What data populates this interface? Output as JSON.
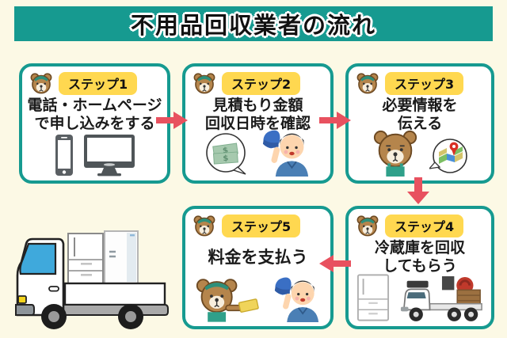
{
  "title": "不用品回収業者の流れ",
  "steps": [
    {
      "badge": "ステップ1",
      "line1": "電話・ホームページ",
      "line2": "で申し込みをする"
    },
    {
      "badge": "ステップ2",
      "line1": "見積もり金額",
      "line2": "回収日時を確認"
    },
    {
      "badge": "ステップ3",
      "line1": "必要情報を",
      "line2": "伝える"
    },
    {
      "badge": "ステップ4",
      "line1": "冷蔵庫を回収",
      "line2": "してもらう"
    },
    {
      "badge": "ステップ5",
      "line1": "料金を支払う",
      "line2": ""
    }
  ],
  "icons": {
    "card_corner": "bear-face-icon",
    "step1": [
      "smartphone-icon",
      "desktop-monitor-icon"
    ],
    "step2": [
      "money-speech-bubble-icon",
      "staff-with-cap-icon"
    ],
    "step3": [
      "bear-character-icon",
      "map-speech-bubble-icon"
    ],
    "step4": [
      "refrigerator-icon",
      "loaded-truck-icon"
    ],
    "step5": [
      "bear-paying-icon",
      "staff-with-cap-icon"
    ],
    "decoration": "truck-carrying-refrigerators-illustration",
    "flow": "red-flow-arrow"
  },
  "colors": {
    "background": "#fcf9e5",
    "banner_teal": "#169a90",
    "card_border_teal": "#169a90",
    "badge_yellow": "#ffd850",
    "arrow_red": "#e8515f",
    "text_black": "#1a1a1a"
  }
}
